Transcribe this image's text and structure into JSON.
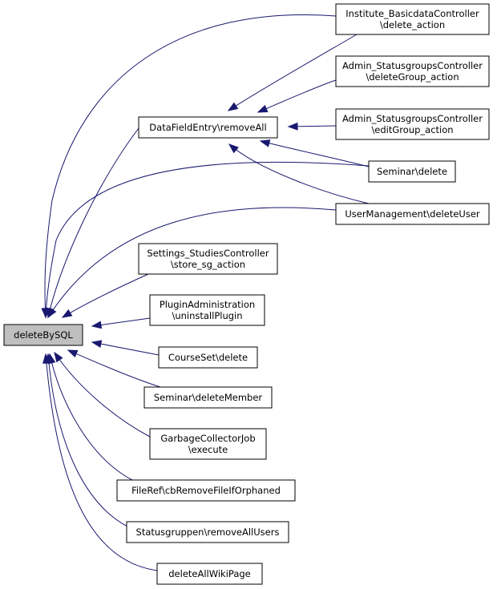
{
  "graph": {
    "root": "deleteBySQL",
    "nodes": [
      {
        "id": "deleteBySQL",
        "lines": [
          "deleteBySQL"
        ],
        "root": true
      },
      {
        "id": "DataFieldEntry_removeAll",
        "lines": [
          "DataFieldEntry\\removeAll"
        ]
      },
      {
        "id": "Institute_delete_action",
        "lines": [
          "Institute_BasicdataController",
          "\\delete_action"
        ]
      },
      {
        "id": "Admin_deleteGroup_action",
        "lines": [
          "Admin_StatusgroupsController",
          "\\deleteGroup_action"
        ]
      },
      {
        "id": "Admin_editGroup_action",
        "lines": [
          "Admin_StatusgroupsController",
          "\\editGroup_action"
        ]
      },
      {
        "id": "Seminar_delete",
        "lines": [
          "Seminar\\delete"
        ]
      },
      {
        "id": "UserManagement_deleteUser",
        "lines": [
          "UserManagement\\deleteUser"
        ]
      },
      {
        "id": "Settings_store_sg_action",
        "lines": [
          "Settings_StudiesController",
          "\\store_sg_action"
        ]
      },
      {
        "id": "PluginAdministration_uninstallPlugin",
        "lines": [
          "PluginAdministration",
          "\\uninstallPlugin"
        ]
      },
      {
        "id": "CourseSet_delete",
        "lines": [
          "CourseSet\\delete"
        ]
      },
      {
        "id": "Seminar_deleteMember",
        "lines": [
          "Seminar\\deleteMember"
        ]
      },
      {
        "id": "GarbageCollectorJob_execute",
        "lines": [
          "GarbageCollectorJob",
          "\\execute"
        ]
      },
      {
        "id": "FileRef_cbRemoveFileIfOrphaned",
        "lines": [
          "FileRef\\cbRemoveFileIfOrphaned"
        ]
      },
      {
        "id": "Statusgruppen_removeAllUsers",
        "lines": [
          "Statusgruppen\\removeAllUsers"
        ]
      },
      {
        "id": "deleteAllWikiPage",
        "lines": [
          "deleteAllWikiPage"
        ]
      }
    ],
    "edges": [
      {
        "from": "DataFieldEntry_removeAll",
        "to": "deleteBySQL"
      },
      {
        "from": "Institute_delete_action",
        "to": "deleteBySQL"
      },
      {
        "from": "Seminar_delete",
        "to": "deleteBySQL"
      },
      {
        "from": "UserManagement_deleteUser",
        "to": "deleteBySQL"
      },
      {
        "from": "Settings_store_sg_action",
        "to": "deleteBySQL"
      },
      {
        "from": "PluginAdministration_uninstallPlugin",
        "to": "deleteBySQL"
      },
      {
        "from": "CourseSet_delete",
        "to": "deleteBySQL"
      },
      {
        "from": "Seminar_deleteMember",
        "to": "deleteBySQL"
      },
      {
        "from": "GarbageCollectorJob_execute",
        "to": "deleteBySQL"
      },
      {
        "from": "FileRef_cbRemoveFileIfOrphaned",
        "to": "deleteBySQL"
      },
      {
        "from": "Statusgruppen_removeAllUsers",
        "to": "deleteBySQL"
      },
      {
        "from": "deleteAllWikiPage",
        "to": "deleteBySQL"
      },
      {
        "from": "Institute_delete_action",
        "to": "DataFieldEntry_removeAll"
      },
      {
        "from": "Admin_deleteGroup_action",
        "to": "DataFieldEntry_removeAll"
      },
      {
        "from": "Admin_editGroup_action",
        "to": "DataFieldEntry_removeAll"
      },
      {
        "from": "Seminar_delete",
        "to": "DataFieldEntry_removeAll"
      },
      {
        "from": "UserManagement_deleteUser",
        "to": "DataFieldEntry_removeAll"
      }
    ]
  },
  "colors": {
    "edge": "#191970",
    "root_fill": "#bfbfbf",
    "node_fill": "#ffffff",
    "node_border": "#000000"
  }
}
